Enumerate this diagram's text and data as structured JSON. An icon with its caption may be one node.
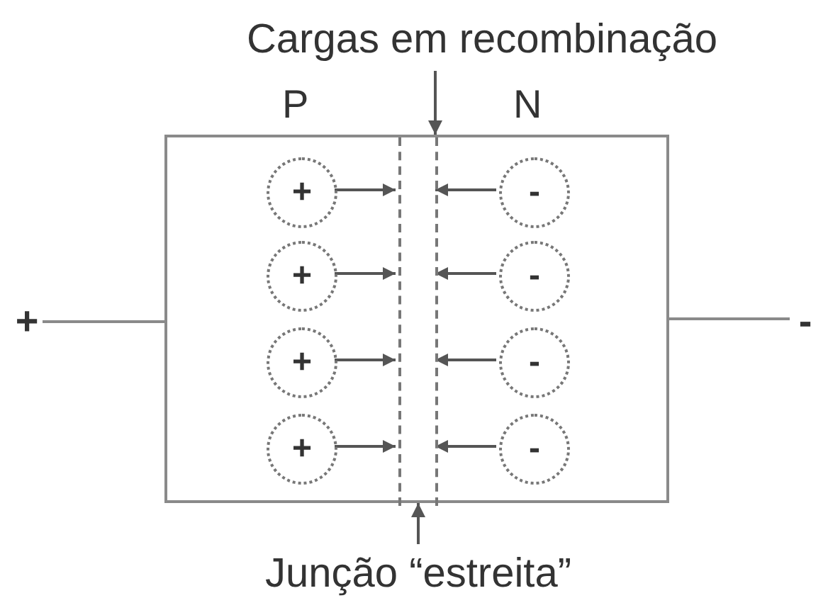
{
  "diagram": {
    "nodes": [
      {
        "text": [
          "Cargas em recombinação"
        ]
      },
      {
        "text": [],
        "shape": "box"
      },
      {
        "text": [],
        "shape": "box",
        "in": 1
      },
      {
        "text": [
          "+"
        ],
        "in": 1
      },
      {
        "text": [
          "-"
        ],
        "in": 1
      },
      {
        "text": [
          "+"
        ],
        "in": 1
      },
      {
        "text": [
          "-"
        ],
        "in": 1
      },
      {
        "text": [
          "+"
        ],
        "in": 1
      },
      {
        "text": [
          "-"
        ],
        "in": 1
      },
      {
        "text": [
          "+"
        ],
        "in": 1
      },
      {
        "text": [
          "-"
        ],
        "in": 1
      },
      {
        "text": [
          "+"
        ]
      },
      {
        "text": [
          "-"
        ]
      },
      {
        "text": [
          "Junção “estreita”"
        ]
      }
    ],
    "edges": [
      {
        "from": 0,
        "to": 2,
        "arrow": "to"
      },
      {
        "from": 3,
        "to": 2,
        "arrow": "to"
      },
      {
        "from": 4,
        "to": 2,
        "arrow": "to"
      },
      {
        "from": 5,
        "to": 2,
        "arrow": "to"
      },
      {
        "from": 6,
        "to": 2,
        "arrow": "to"
      },
      {
        "from": 7,
        "to": 2,
        "arrow": "to"
      },
      {
        "from": 8,
        "to": 2,
        "arrow": "to"
      },
      {
        "from": 9,
        "to": 2,
        "arrow": "to"
      },
      {
        "from": 10,
        "to": 2,
        "arrow": "to"
      },
      {
        "from": 11,
        "to": 1,
        "arrow": "none"
      },
      {
        "from": 1,
        "to": 12,
        "arrow": "none"
      },
      {
        "from": 13,
        "to": 2,
        "arrow": "to"
      }
    ],
    "labels": [
      "P",
      "N"
    ]
  }
}
